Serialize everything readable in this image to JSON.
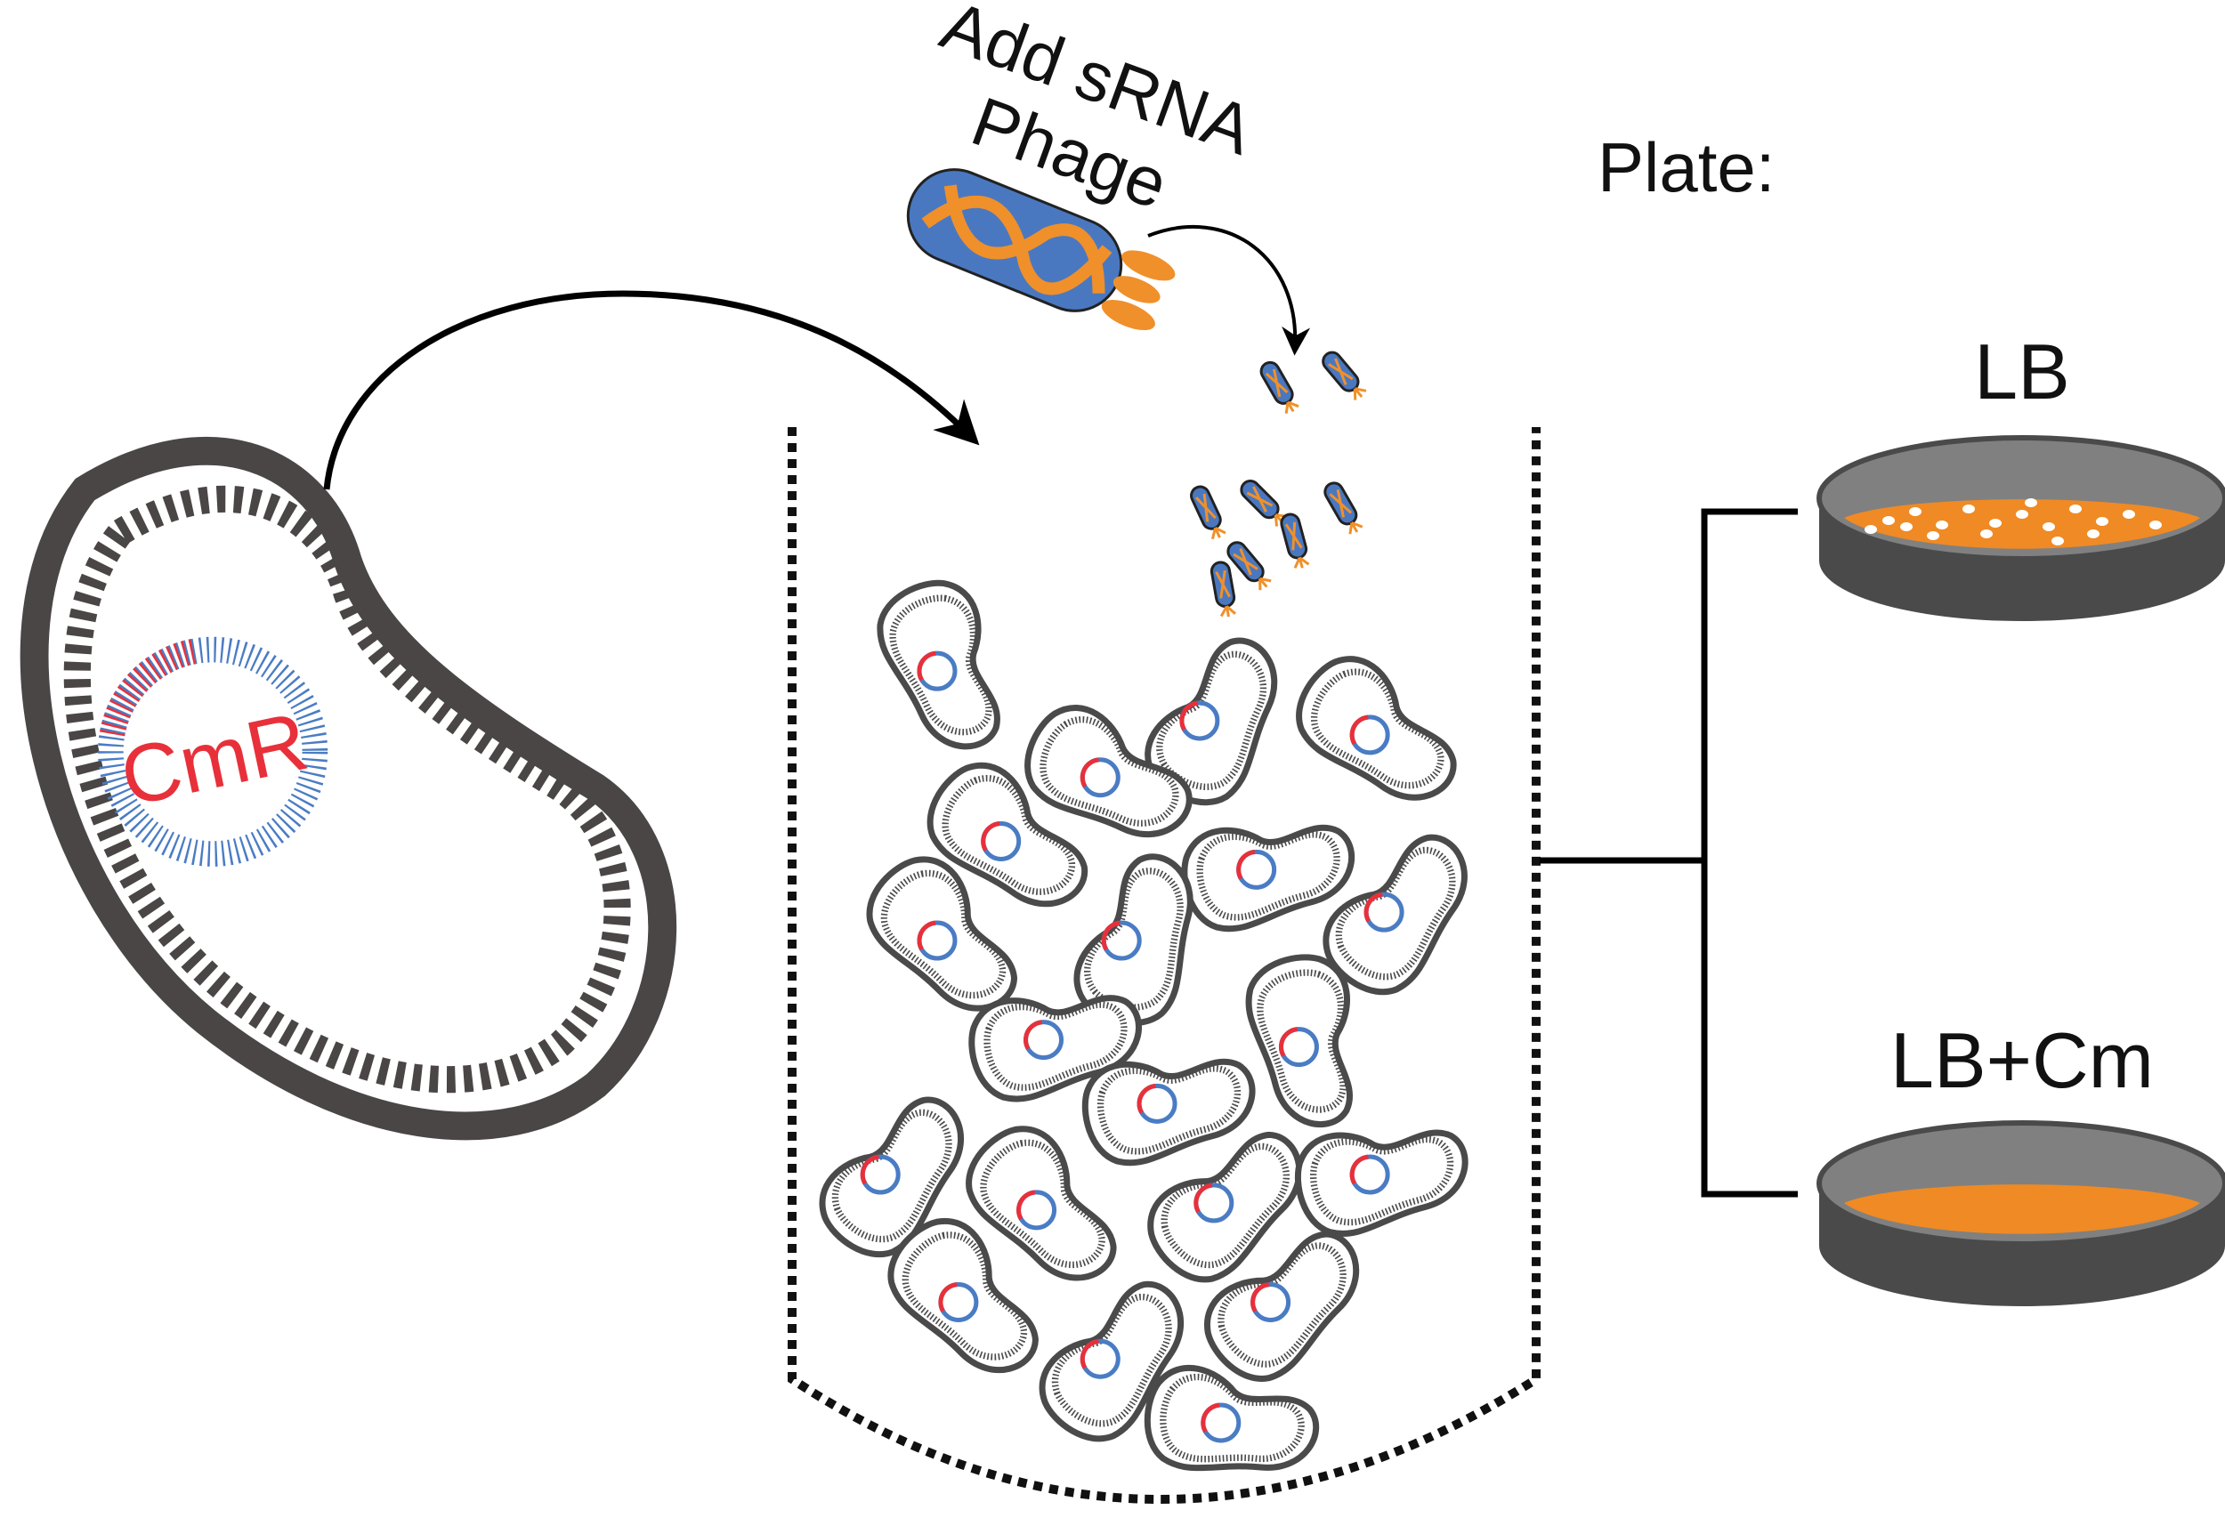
{
  "labels": {
    "add_phage_line1": "Add sRNA",
    "add_phage_line2": "Phage",
    "plate_heading": "Plate:",
    "plate_lb": "LB",
    "plate_lb_cm": "LB+Cm",
    "plasmid_marker": "CmR"
  },
  "colors": {
    "cell_wall": "#4a4646",
    "plasmid_blue": "#4a7cc4",
    "plasmid_red": "#e8303a",
    "phage_body": "#4a78c0",
    "phage_orange": "#f0902a",
    "agar_orange": "#f08a24",
    "dish_grey": "#808080",
    "dish_dark": "#4a4a4a"
  }
}
